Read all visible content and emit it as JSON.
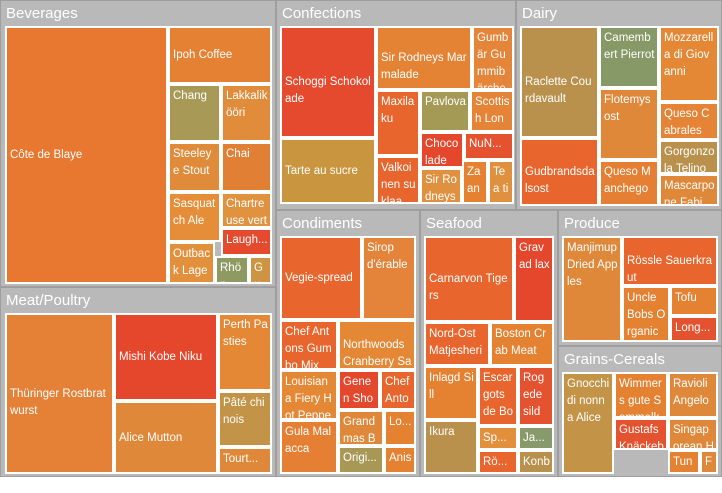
{
  "chart_data": {
    "type": "treemap",
    "colors": {
      "high": "#e64a2e",
      "mid_high": "#e8642e",
      "mid": "#e58132",
      "low_mid": "#df9240",
      "olive": "#b5954e",
      "green": "#889a6a",
      "group_header": "#b9b9b9"
    },
    "groups": [
      {
        "name": "Beverages",
        "items": [
          {
            "name": "Côte de Blaye",
            "color": "#e8772f"
          },
          {
            "name": "Ipoh Coffee",
            "color": "#e58132"
          },
          {
            "name": "Chang",
            "color": "#a99957"
          },
          {
            "name": "Lakkalikööri",
            "color": "#e08c3a"
          },
          {
            "name": "Steeleye Stout",
            "color": "#e08b3a"
          },
          {
            "name": "Chai",
            "color": "#e17f35"
          },
          {
            "name": "Chartreuse verte",
            "color": "#e0923f"
          },
          {
            "name": "Sasquatch Ale",
            "color": "#e58d38"
          },
          {
            "name": "Laugh...",
            "color": "#e54a2e"
          },
          {
            "name": "Outback Lager",
            "color": "#e3903d"
          },
          {
            "name": "Rhön",
            "color": "#8f9a63"
          },
          {
            "name": "Gu",
            "color": "#cf9443"
          }
        ]
      },
      {
        "name": "Confections",
        "items": [
          {
            "name": "Schoggi Schokolade",
            "color": "#e64a2e"
          },
          {
            "name": "Sir Rodneys Marmalade",
            "color": "#e58334"
          },
          {
            "name": "Gumbär Gummibärchen",
            "color": "#e4853a"
          },
          {
            "name": "Tarte au sucre",
            "color": "#c9953f"
          },
          {
            "name": "Maxilaku",
            "color": "#e8662e"
          },
          {
            "name": "Pavlova",
            "color": "#a49a55"
          },
          {
            "name": "Scottish Long",
            "color": "#e58436"
          },
          {
            "name": "Chocolade",
            "color": "#e5472d"
          },
          {
            "name": "NuN...",
            "color": "#e5522f"
          },
          {
            "name": "Valkoinen suklaa",
            "color": "#e8662e"
          },
          {
            "name": "Sir Rodneys Sc",
            "color": "#e0913f"
          },
          {
            "name": "Zaanse",
            "color": "#e58232"
          },
          {
            "name": "Tea tim",
            "color": "#e0913f"
          }
        ]
      },
      {
        "name": "Dairy",
        "items": [
          {
            "name": "Raclette Courdavault",
            "color": "#b9914d"
          },
          {
            "name": "Camembert Pierrot",
            "color": "#869967"
          },
          {
            "name": "Mozzarella di Giovanni",
            "color": "#e58836"
          },
          {
            "name": "Flotemysost",
            "color": "#e0883a"
          },
          {
            "name": "Queso Cabrales",
            "color": "#e58436"
          },
          {
            "name": "Gorgonzola Telino",
            "color": "#b9914d"
          },
          {
            "name": "Gudbrandsdalsost",
            "color": "#e8662e"
          },
          {
            "name": "Queso Manchego",
            "color": "#e57f33"
          },
          {
            "name": "Mascarpone Fabi",
            "color": "#e0883a"
          }
        ]
      },
      {
        "name": "Condiments",
        "items": [
          {
            "name": "Vegie-spread",
            "color": "#e8662e"
          },
          {
            "name": "Sirop d'érable",
            "color": "#e3843a"
          },
          {
            "name": "Chef Antons Gumbo Mix",
            "color": "#e8662e"
          },
          {
            "name": "Northwoods Cranberry Sauce",
            "color": "#e58836"
          },
          {
            "name": "Louisiana Fiery Hot Pepper Sa",
            "color": "#e58836"
          },
          {
            "name": "Genen Shouy",
            "color": "#e5472d"
          },
          {
            "name": "Chef Anton",
            "color": "#e8662e"
          },
          {
            "name": "Gula Malacca",
            "color": "#e57f33"
          },
          {
            "name": "Grandmas Boys",
            "color": "#e0883a"
          },
          {
            "name": "Lo...",
            "color": "#e58232"
          },
          {
            "name": "Origi...",
            "color": "#a79856"
          },
          {
            "name": "Anis",
            "color": "#e58232"
          }
        ]
      },
      {
        "name": "Seafood",
        "items": [
          {
            "name": "Carnarvon Tigers",
            "color": "#e8662e"
          },
          {
            "name": "Gravad lax",
            "color": "#e5472d"
          },
          {
            "name": "Nord-Ost Matjeshering",
            "color": "#e8662e"
          },
          {
            "name": "Boston Crab Meat",
            "color": "#e58232"
          },
          {
            "name": "Inlagd Sill",
            "color": "#e58232"
          },
          {
            "name": "Escargots de Bourg",
            "color": "#e8662e"
          },
          {
            "name": "Rogede sild",
            "color": "#e5522f"
          },
          {
            "name": "Ikura",
            "color": "#b9914d"
          },
          {
            "name": "Sp...",
            "color": "#e3903d"
          },
          {
            "name": "Ja...",
            "color": "#889a6a"
          },
          {
            "name": "Rö...",
            "color": "#e8662e"
          },
          {
            "name": "Konb",
            "color": "#b9914d"
          }
        ]
      },
      {
        "name": "Produce",
        "items": [
          {
            "name": "Manjimup Dried Apples",
            "color": "#e0883a"
          },
          {
            "name": "Rössle Sauerkraut",
            "color": "#e8662e"
          },
          {
            "name": "Uncle Bobs Organic Dri",
            "color": "#e58232"
          },
          {
            "name": "Tofu",
            "color": "#e58232"
          },
          {
            "name": "Long...",
            "color": "#e5522f"
          }
        ]
      },
      {
        "name": "Grains-Cereals",
        "items": [
          {
            "name": "Gnocchi di nonna Alice",
            "color": "#c39447"
          },
          {
            "name": "Wimmers gute Semmelknödel",
            "color": "#e58232"
          },
          {
            "name": "Ravioli Angelo",
            "color": "#e0883a"
          },
          {
            "name": "Gustafs Knäckebröd",
            "color": "#e5522f"
          },
          {
            "name": "Singaporean Ho",
            "color": "#e0883a"
          },
          {
            "name": "Tunn",
            "color": "#e58232"
          },
          {
            "name": "Fil",
            "color": "#e0883a"
          }
        ]
      },
      {
        "name": "Meat/Poultry",
        "items": [
          {
            "name": "Thüringer Rostbratwurst",
            "color": "#e58136"
          },
          {
            "name": "Mishi Kobe Niku",
            "color": "#e5472d"
          },
          {
            "name": "Perth Pasties",
            "color": "#e58836"
          },
          {
            "name": "Alice Mutton",
            "color": "#e0883a"
          },
          {
            "name": "Pâté chinois",
            "color": "#c39447"
          },
          {
            "name": "Tourt...",
            "color": "#e0883a"
          }
        ]
      }
    ]
  }
}
